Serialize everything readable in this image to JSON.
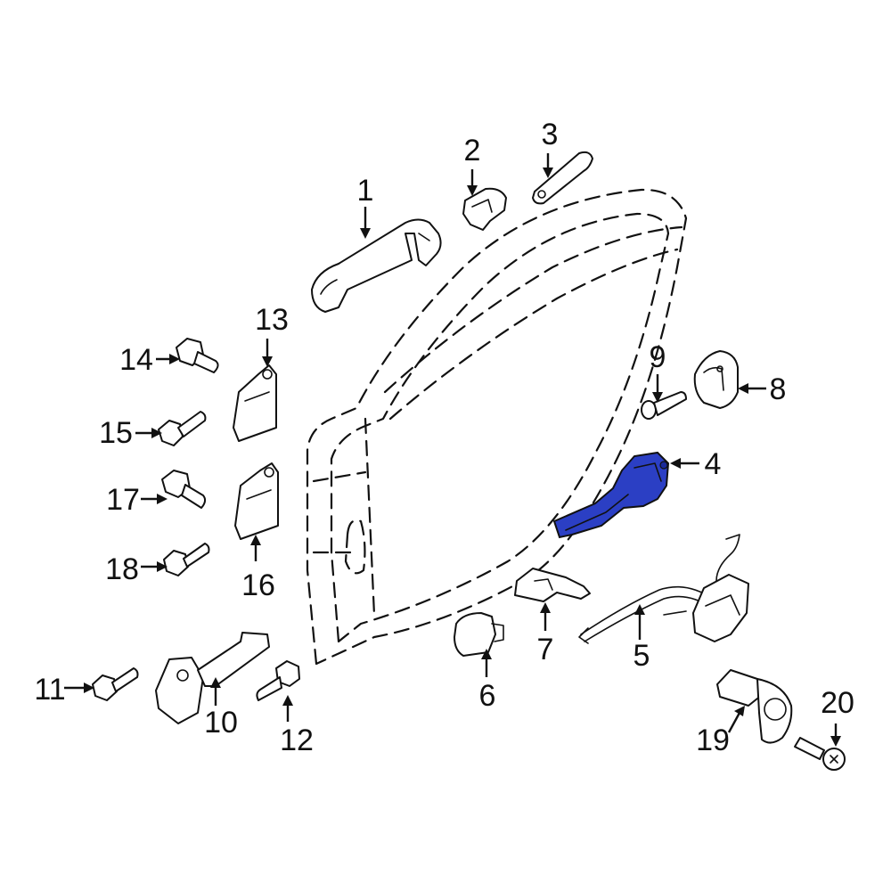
{
  "highlight_color": "#2b3fc4",
  "callouts": {
    "c1": "1",
    "c2": "2",
    "c3": "3",
    "c4": "4",
    "c5": "5",
    "c6": "6",
    "c7": "7",
    "c8": "8",
    "c9": "9",
    "c10": "10",
    "c11": "11",
    "c12": "12",
    "c13": "13",
    "c14": "14",
    "c15": "15",
    "c16": "16",
    "c17": "17",
    "c18": "18",
    "c19": "19",
    "c20": "20"
  }
}
